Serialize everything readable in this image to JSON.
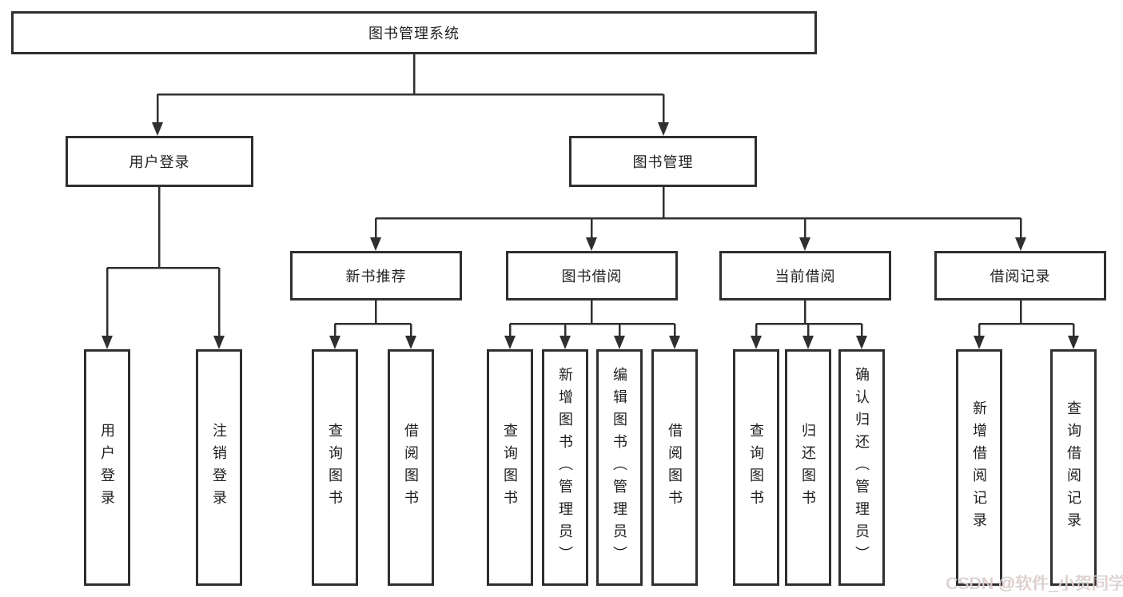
{
  "nodes": {
    "root": {
      "label": "图书管理系统"
    },
    "user_login": {
      "label": "用户登录"
    },
    "book_mgmt": {
      "label": "图书管理"
    },
    "new_book_rec": {
      "label": "新书推荐"
    },
    "book_borrow": {
      "label": "图书借阅"
    },
    "current_borrow": {
      "label": "当前借阅"
    },
    "borrow_record": {
      "label": "借阅记录"
    },
    "leaf_user_login": {
      "label": "用户登录"
    },
    "leaf_logout": {
      "label": "注销登录"
    },
    "leaf_query_book_rec": {
      "label": "查询图书"
    },
    "leaf_borrow_book_rec": {
      "label": "借阅图书"
    },
    "leaf_query_book_borrow": {
      "label": "查询图书"
    },
    "leaf_add_book": {
      "label": "新增图书（管理员）"
    },
    "leaf_edit_book": {
      "label": "编辑图书（管理员）"
    },
    "leaf_borrow_book_borrow": {
      "label": "借阅图书"
    },
    "leaf_query_book_current": {
      "label": "查询图书"
    },
    "leaf_return_book": {
      "label": "归还图书"
    },
    "leaf_confirm_return": {
      "label": "确认归还（管理员）"
    },
    "leaf_add_record": {
      "label": "新增借阅记录"
    },
    "leaf_query_record": {
      "label": "查询借阅记录"
    }
  },
  "hierarchy": {
    "图书管理系统": {
      "用户登录": [
        "用户登录",
        "注销登录"
      ],
      "图书管理": {
        "新书推荐": [
          "查询图书",
          "借阅图书"
        ],
        "图书借阅": [
          "查询图书",
          "新增图书（管理员）",
          "编辑图书（管理员）",
          "借阅图书"
        ],
        "当前借阅": [
          "查询图书",
          "归还图书",
          "确认归还（管理员）"
        ],
        "借阅记录": [
          "新增借阅记录",
          "查询借阅记录"
        ]
      }
    }
  },
  "watermark": "CSDN @软件_小贺同学",
  "colors": {
    "line": "#2f2f2f",
    "box_border": "#2f2f2f",
    "text": "#1f1f1f",
    "watermark": "#d4d4d4",
    "background": "#ffffff"
  }
}
